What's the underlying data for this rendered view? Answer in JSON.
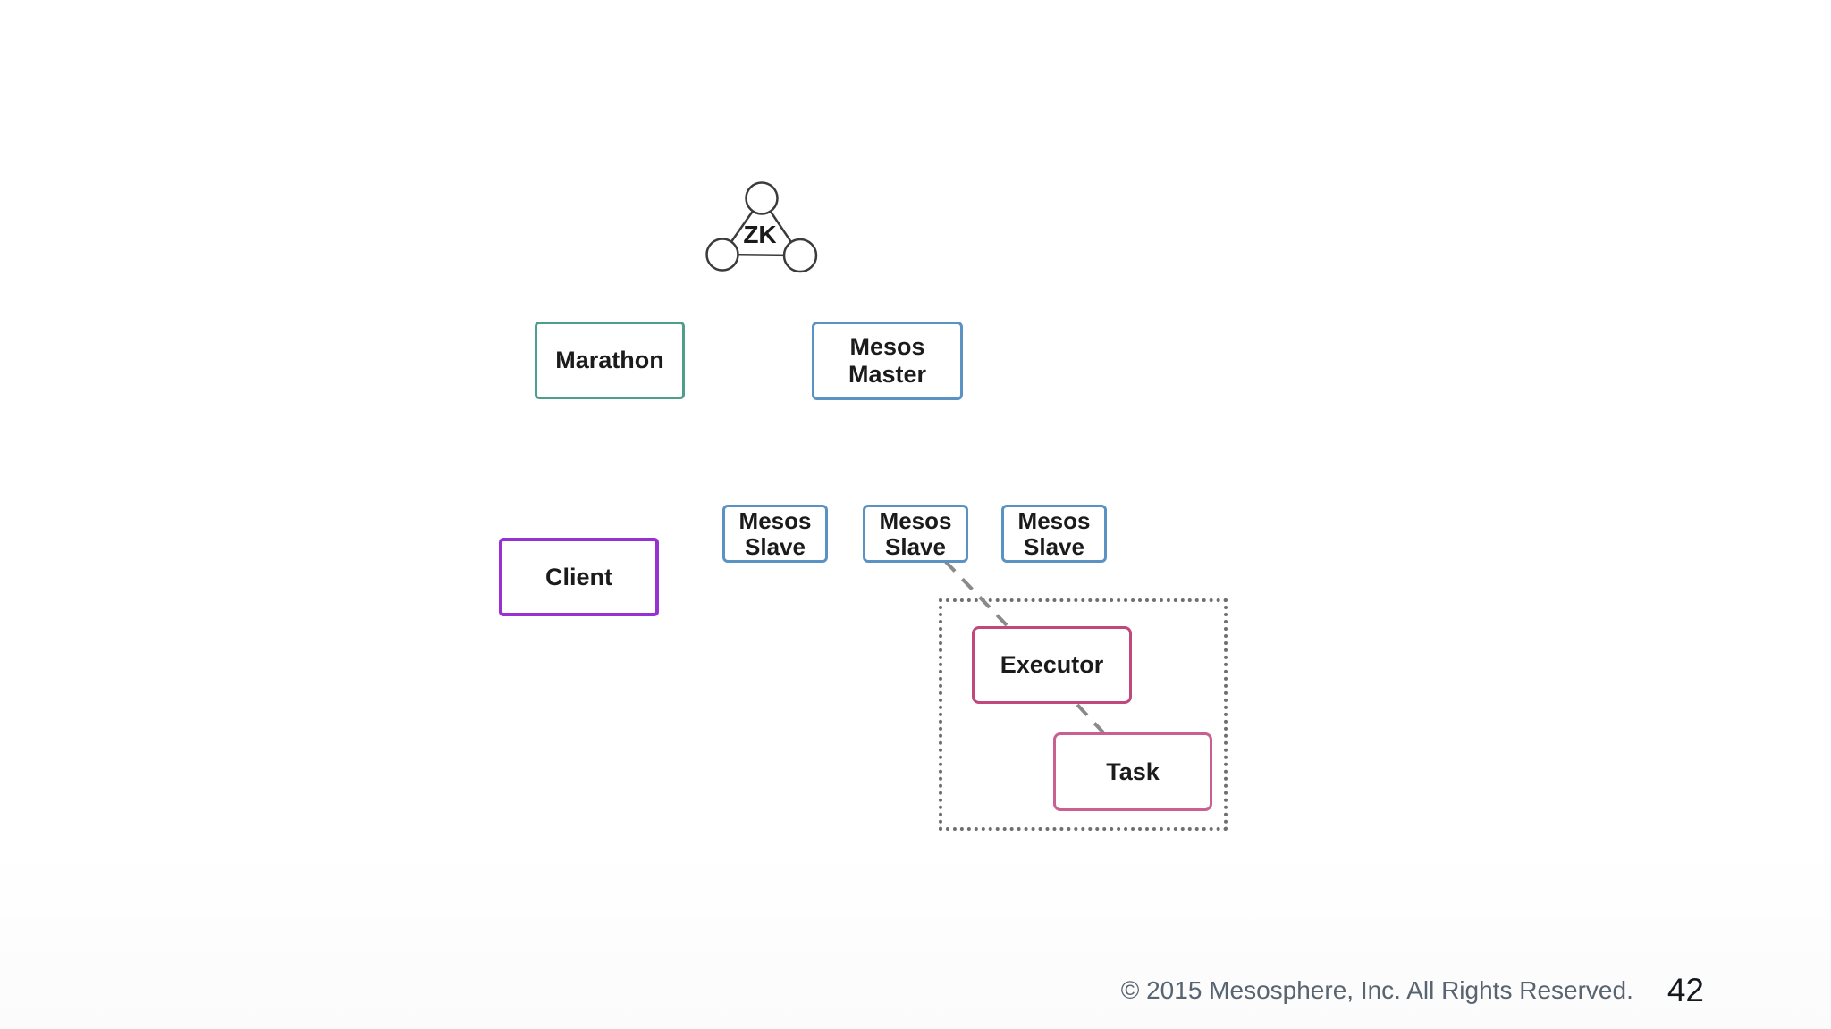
{
  "slide": {
    "zk": {
      "label": "ZK"
    },
    "nodes": {
      "marathon": {
        "label": "Marathon"
      },
      "mesos_master": {
        "lines": [
          "Mesos",
          "Master"
        ]
      },
      "mesos_slave_1": {
        "lines": [
          "Mesos",
          "Slave"
        ]
      },
      "mesos_slave_2": {
        "lines": [
          "Mesos",
          "Slave"
        ]
      },
      "mesos_slave_3": {
        "lines": [
          "Mesos",
          "Slave"
        ]
      },
      "client": {
        "label": "Client"
      },
      "executor": {
        "label": "Executor"
      },
      "task": {
        "label": "Task"
      }
    },
    "colors": {
      "marathon_border": "#4f9e8c",
      "mesos_border": "#5b92c4",
      "client_border": "#9632d2",
      "executor_border": "#c0487a",
      "task_border": "#c9608f",
      "connector": "#8a8a8a",
      "slave_group_dotted_border": "#6f6f6f",
      "zk_stroke": "#3b3b3b",
      "node_text": "#1b1b1b",
      "footer_text": "#586470",
      "page_number_text": "#15181c"
    }
  },
  "footer": {
    "copyright": "© 2015 Mesosphere, Inc. All Rights Reserved.",
    "page_number": "42"
  }
}
